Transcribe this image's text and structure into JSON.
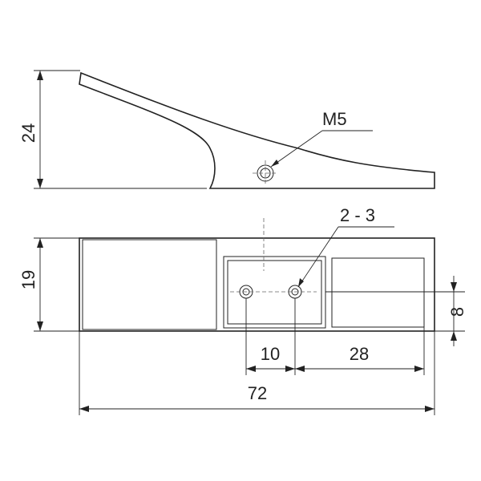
{
  "drawing": {
    "dimensions": {
      "height_side": "24",
      "thread": "M5",
      "hole_note": "2 - 3",
      "height_top": "19",
      "hole_spacing": "10",
      "offset": "28",
      "width_small": "8",
      "length_total": "72"
    }
  }
}
